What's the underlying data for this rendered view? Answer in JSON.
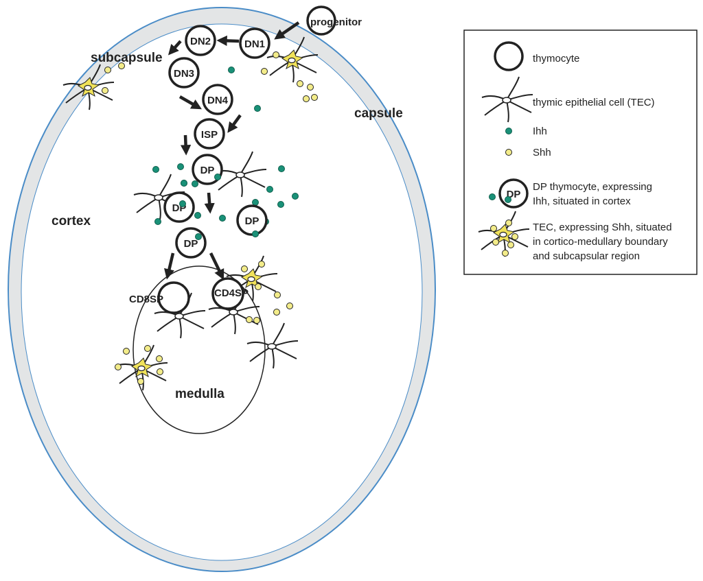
{
  "labels": {
    "progenitor": "progenitor",
    "subcapsule": "subcapsule",
    "capsule": "capsule",
    "cortex": "cortex",
    "medulla": "medulla"
  },
  "cells": {
    "dn1": "DN1",
    "dn2": "DN2",
    "dn3": "DN3",
    "dn4": "DN4",
    "isp": "ISP",
    "dp": "DP",
    "cd8sp": "CD8SP",
    "cd4sp": "CD4SP"
  },
  "legend": {
    "thymocyte": "thymocyte",
    "tec": "thymic epithelial cell (TEC)",
    "ihh": "Ihh",
    "shh": "Shh",
    "dp_icon": "DP",
    "dp_line1": "DP thymocyte, expressing",
    "dp_line2": "Ihh, situated in cortex",
    "tec_shh_line1": "TEC, expressing Shh, situated",
    "tec_shh_line2": "in cortico-medullary boundary",
    "tec_shh_line3": "and subcapsular region"
  },
  "colors": {
    "capsule_fill": "#e3e5e6",
    "capsule_outline": "#4a8cc7",
    "ihh_dot": "#1a9178",
    "shh_dot": "#f3ec8a",
    "tec_yellow": "#f0e25a",
    "ink": "#222222"
  }
}
